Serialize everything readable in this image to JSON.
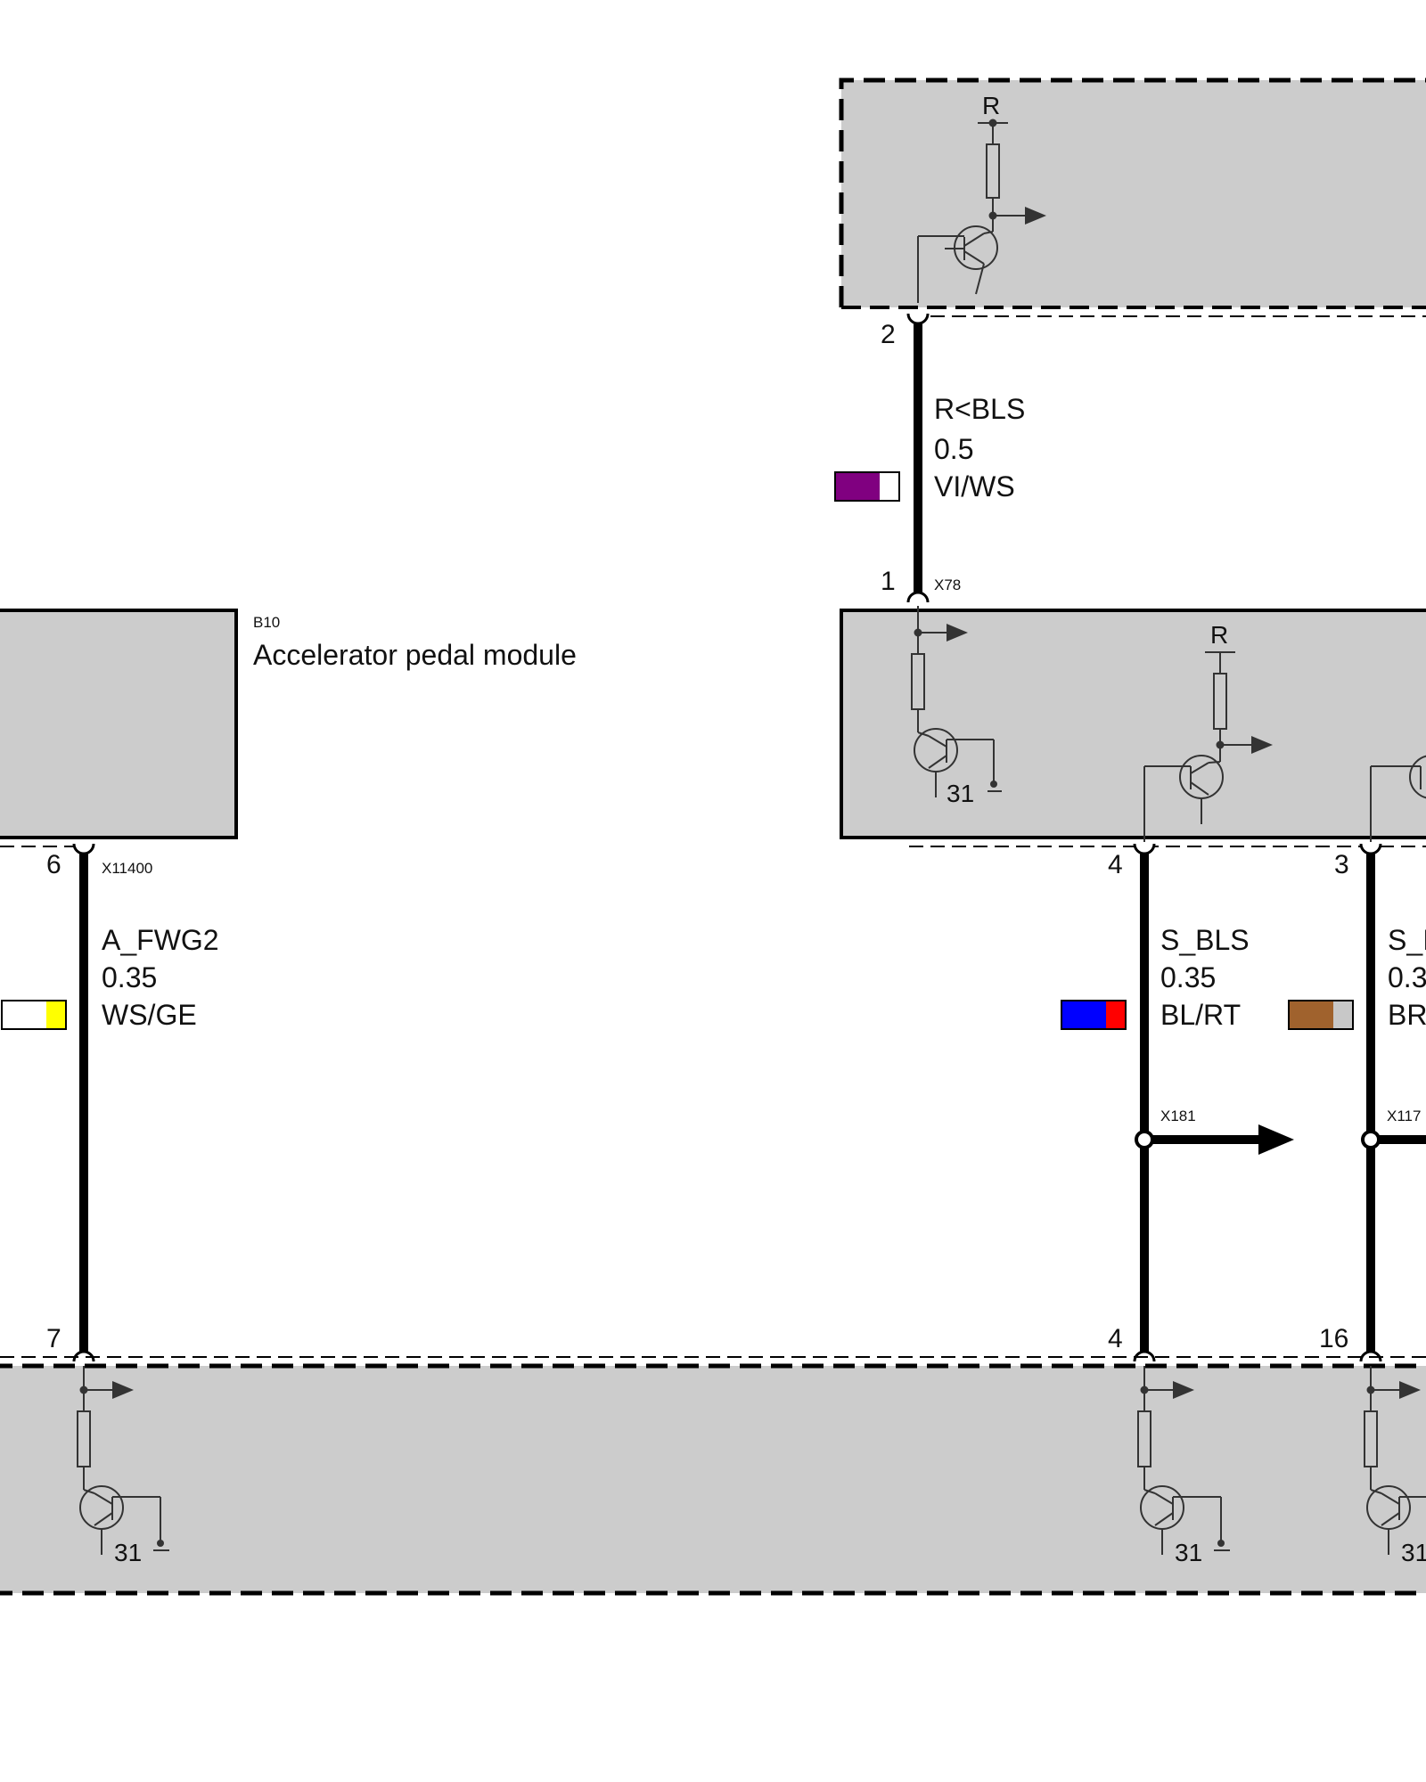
{
  "components": {
    "b10": {
      "code": "B10",
      "name": "Accelerator pedal module"
    },
    "top_module": {
      "ref_label": "R"
    },
    "middle_module": {
      "ref_label_1": "R",
      "ground_label": "31"
    },
    "bottom_module": {
      "ground_labels": [
        "31",
        "31",
        "31"
      ]
    }
  },
  "connectors": {
    "x78": "X78",
    "x11400": "X11400",
    "x181": "X181",
    "x117": "X117"
  },
  "wires": [
    {
      "id": "r-bls",
      "signal": "R<BLS",
      "gauge": "0.5",
      "color_code": "VI/WS",
      "colors": [
        "#800080",
        "#ffffff"
      ],
      "pin_top": "2",
      "pin_bottom": "1"
    },
    {
      "id": "a-fwg2",
      "signal": "A_FWG2",
      "gauge": "0.35",
      "color_code": "WS/GE",
      "colors": [
        "#ffffff",
        "#ffff00"
      ],
      "pin_top": "6",
      "pin_bottom": "7"
    },
    {
      "id": "s-bls",
      "signal": "S_BLS",
      "gauge": "0.35",
      "color_code": "BL/RT",
      "colors": [
        "#0000ff",
        "#ff0000"
      ],
      "pin_top": "4",
      "pin_bottom": "4"
    },
    {
      "id": "s-b",
      "signal": "S_I",
      "gauge": "0.3",
      "color_code": "BR",
      "colors": [
        "#a0622d",
        "#c8c8c8"
      ],
      "pin_top": "3",
      "pin_bottom": "16"
    }
  ]
}
